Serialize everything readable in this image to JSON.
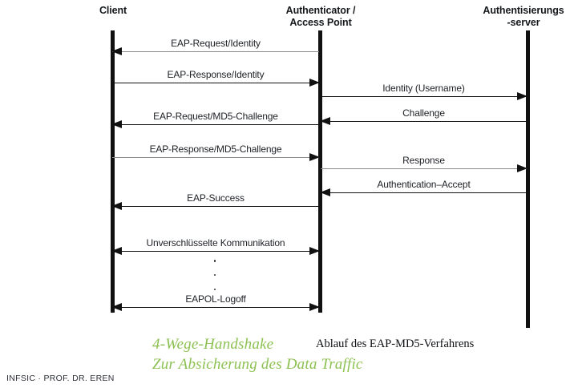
{
  "diagram": {
    "title": "Ablauf des EAP-MD5-Verfahrens",
    "actors": [
      {
        "id": "client",
        "line1": "Client",
        "line2": ""
      },
      {
        "id": "authenticator",
        "line1": "Authenticator /",
        "line2": "Access Point"
      },
      {
        "id": "auth-server",
        "line1": "Authentisierungs",
        "line2": "-server"
      }
    ],
    "messages": [
      {
        "id": "eap-request-identity",
        "label": "EAP-Request/Identity"
      },
      {
        "id": "eap-response-identity",
        "label": "EAP-Response/Identity"
      },
      {
        "id": "identity-username",
        "label": "Identity (Username)"
      },
      {
        "id": "challenge",
        "label": "Challenge"
      },
      {
        "id": "eap-request-md5",
        "label": "EAP-Request/MD5-Challenge"
      },
      {
        "id": "eap-response-md5",
        "label": "EAP-Response/MD5-Challenge"
      },
      {
        "id": "response",
        "label": "Response"
      },
      {
        "id": "authentication-accept",
        "label": "Authentication–Accept"
      },
      {
        "id": "eap-success",
        "label": "EAP-Success"
      },
      {
        "id": "unverschluesselte-kommunikation",
        "label": "Unverschlüsselte Kommunikation"
      },
      {
        "id": "eapol-logoff",
        "label": "EAPOL-Logoff"
      }
    ],
    "captions": {
      "green_line1": "4-Wege-Handshake",
      "green_line2": "Zur Absicherung des Data Traffic",
      "black": "Ablauf des EAP-MD5-Verfahrens"
    },
    "footer": "INFSIC · PROF. DR. EREN",
    "colors": {
      "green": "#8cc152",
      "line_black": "#111111",
      "line_gray": "#8a8a8a"
    }
  }
}
